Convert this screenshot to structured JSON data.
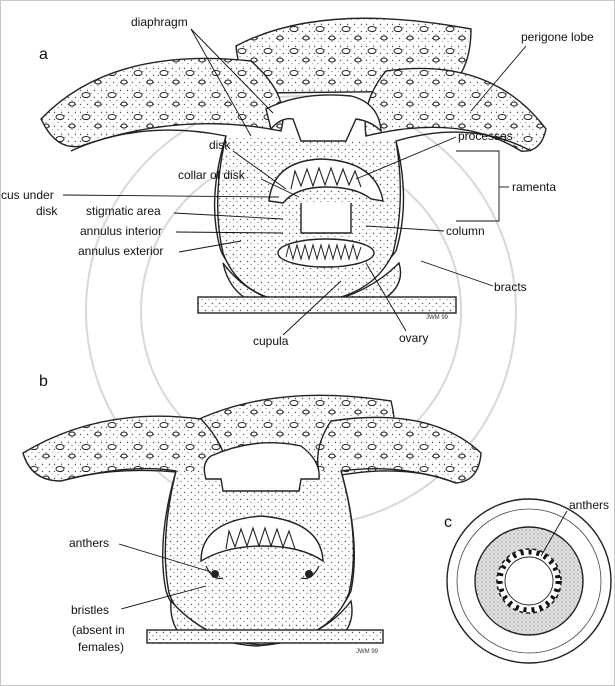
{
  "panels": {
    "a": "a",
    "b": "b",
    "c": "c"
  },
  "labels_a": {
    "diaphragm": "diaphragm",
    "perigone_lobe": "perigone lobe",
    "disk": "disk",
    "processes": "processes",
    "collar_of_disk": "collar of disk",
    "ramenta": "ramenta",
    "sulcus_under_disk_1": "cus under",
    "sulcus_under_disk_2": "disk",
    "stigmatic_area": "stigmatic area",
    "annulus_interior": "annulus interior",
    "column": "column",
    "annulus_exterior": "annulus exterior",
    "bracts": "bracts",
    "cupula": "cupula",
    "ovary": "ovary",
    "signature": "JWM 99"
  },
  "labels_b": {
    "anthers": "anthers",
    "bristles": "bristles",
    "absent_note_1": "(absent in",
    "absent_note_2": "females)",
    "signature": "JWM 99"
  },
  "labels_c": {
    "anthers": "anthers"
  },
  "colors": {
    "ink": "#111111",
    "stipple": "#666666",
    "paper": "#ffffff",
    "watermark": "#d8d8d8"
  }
}
